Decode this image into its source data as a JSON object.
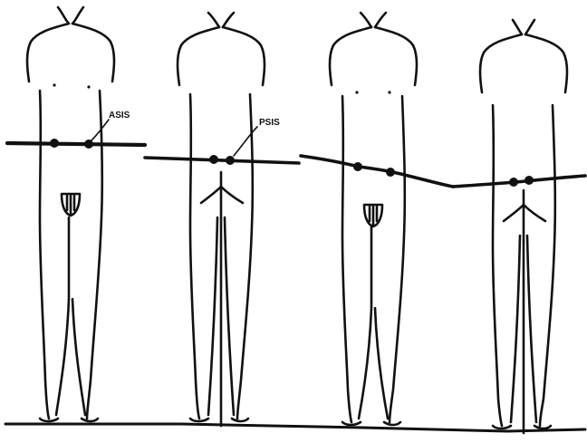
{
  "labels": {
    "asis": "ASIS",
    "psis": "PSIS"
  },
  "figures": [
    {
      "view": "anterior"
    },
    {
      "view": "posterior"
    },
    {
      "view": "anterior"
    },
    {
      "view": "posterior"
    }
  ]
}
